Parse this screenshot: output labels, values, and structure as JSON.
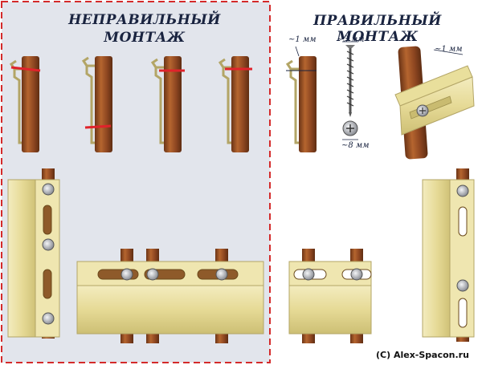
{
  "titles": {
    "wrong_line1": "НЕПРАВИЛЬНЫЙ",
    "wrong_line2": "МОНТАЖ",
    "right": "ПРАВИЛЬНЫЙ МОНТАЖ"
  },
  "dimensions": {
    "gap_batten": "~1 мм",
    "screw_diameter": "~3 мм",
    "gap_panel": "~1 мм",
    "head_diameter": "~8 мм"
  },
  "copyright": "(C) Alex-Spacon.ru",
  "colors": {
    "wrong_area_bg": "#e2e5ec",
    "dashed_border": "#d42a2a",
    "wood": "#a0552a",
    "wood_dark": "#6b3416",
    "panel": "#e9df9c",
    "panel_edge": "#b3a566",
    "error_mark": "#e0232b",
    "screw": "#b9bcc2",
    "ink": "#1a2440"
  }
}
